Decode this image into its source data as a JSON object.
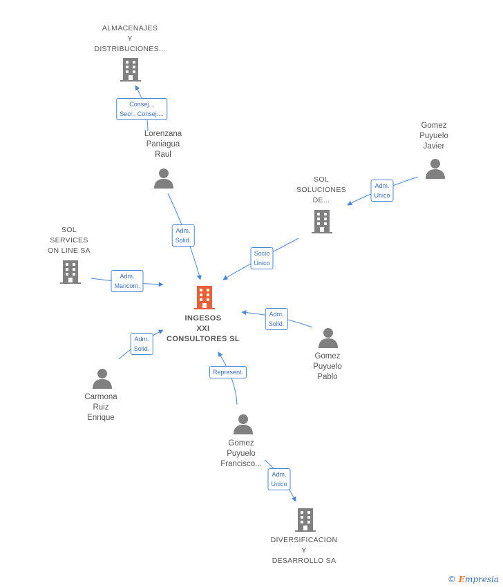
{
  "nodes": {
    "almacenajes": {
      "type": "company",
      "lines": [
        "ALMACENAJES",
        "Y",
        "DISTRIBUCIONES..."
      ]
    },
    "lorenzana": {
      "type": "person",
      "lines": [
        "Lorenzana",
        "Paniagua",
        "Raul"
      ]
    },
    "gomez_javier": {
      "type": "person",
      "lines": [
        "Gomez",
        "Puyuelo",
        "Javier"
      ]
    },
    "sol_soluciones": {
      "type": "company",
      "lines": [
        "SOL",
        "SOLUCIONES",
        "DE..."
      ]
    },
    "sol_services": {
      "type": "company",
      "lines": [
        "SOL",
        "SERVICES",
        "ON LINE SA"
      ]
    },
    "ingesos": {
      "type": "company-main",
      "lines": [
        "INGESOS",
        "XXI",
        "CONSULTORES SL"
      ]
    },
    "gomez_pablo": {
      "type": "person",
      "lines": [
        "Gomez",
        "Puyuelo",
        "Pablo"
      ]
    },
    "carmona": {
      "type": "person",
      "lines": [
        "Carmona",
        "Ruiz",
        "Enrique"
      ]
    },
    "gomez_francisco": {
      "type": "person",
      "lines": [
        "Gomez",
        "Puyuelo",
        "Francisco..."
      ]
    },
    "diversificacion": {
      "type": "company",
      "lines": [
        "DIVERSIFICACION",
        "Y",
        "DESARROLLO SA"
      ]
    }
  },
  "edges": {
    "lorenzana_almacenajes": [
      "Consej. ,",
      "Secr., Consej...."
    ],
    "gomez_javier_sol_soluciones": [
      "Adm.",
      "Unico"
    ],
    "lorenzana_ingesos": [
      "Adm.",
      "Solid."
    ],
    "sol_soluciones_ingesos": [
      "Socio",
      "Único"
    ],
    "sol_services_ingesos": [
      "Adm.",
      "Mancom."
    ],
    "gomez_pablo_ingesos": [
      "Adm.",
      "Solid."
    ],
    "carmona_ingesos": [
      "Adm.",
      "Solid."
    ],
    "gomez_francisco_ingesos": [
      "Represent."
    ],
    "gomez_francisco_diversificacion": [
      "Adm.",
      "Unico"
    ]
  },
  "colors": {
    "edge": "#4a86d4",
    "icon_gray": "#808080",
    "icon_main": "#e8603a"
  },
  "footer": {
    "symbol": "©",
    "brand_initial": "E",
    "brand_rest": "mpresia"
  }
}
